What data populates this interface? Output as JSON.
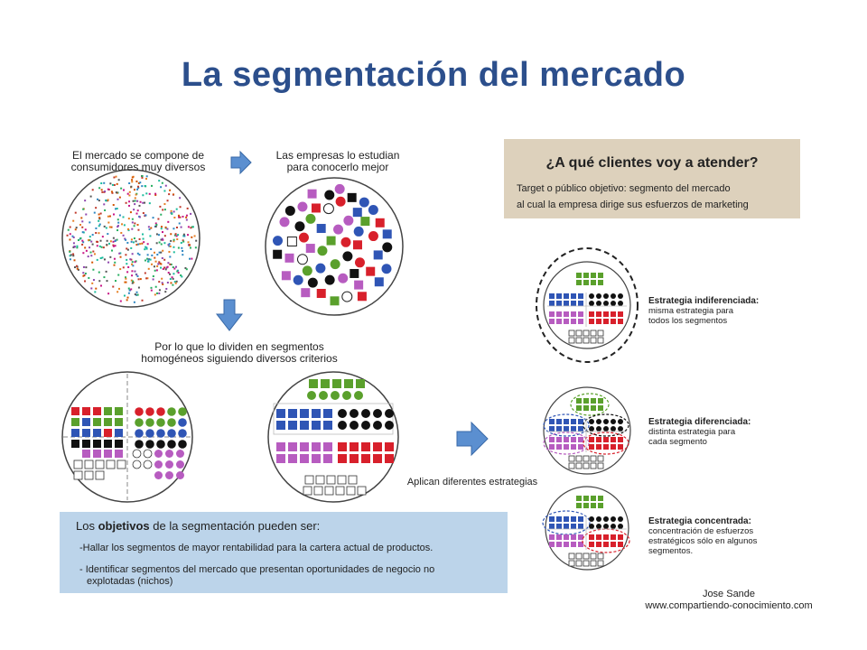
{
  "title": "La segmentación del mercado",
  "flow": {
    "step1_text": [
      "El mercado se compone de",
      "consumidores muy diversos"
    ],
    "step2_text": [
      "Las empresas lo estudian",
      "para conocerlo mejor"
    ],
    "step3_text": [
      "Por lo que lo dividen en segmentos",
      "homogéneos siguiendo diversos criterios"
    ],
    "step4_text": "Aplican diferentes estrategias"
  },
  "question": {
    "title": "¿A qué clientes voy a atender?",
    "line1": "Target o público objetivo: segmento del mercado",
    "line2": "al cual la empresa dirige sus esfuerzos de marketing"
  },
  "objectives": {
    "title_pre": "Los ",
    "title_bold": "objetivos",
    "title_post": " de la segmentación pueden ser:",
    "item1": "-Hallar los segmentos de mayor rentabilidad para la cartera actual de productos.",
    "item2_line1": "- Identificar segmentos del mercado que presentan oportunidades de negocio no",
    "item2_line2": "explotadas (nichos)"
  },
  "strategies": [
    {
      "name": "Estrategia indiferenciada:",
      "desc": [
        "misma estrategia para",
        "todos los segmentos"
      ]
    },
    {
      "name": "Estrategia diferenciada:",
      "desc": [
        "distinta estrategia para",
        "cada segmento"
      ]
    },
    {
      "name": "Estrategia concentrada:",
      "desc": [
        "concentración de esfuerzos",
        "estratégicos sólo en algunos",
        "segmentos."
      ]
    }
  ],
  "author": {
    "name": "Jose Sande",
    "site": "www.compartiendo-conocimiento.com"
  },
  "colors": {
    "title": "#2c4f8c",
    "green": "#5aa02c",
    "blue": "#2f55b5",
    "black": "#111111",
    "red": "#d8202b",
    "magenta": "#b75cc0",
    "arrow": "#5b8fd0",
    "question_bg": "#ddd1bc",
    "objectives_bg": "#bcd4ea"
  }
}
